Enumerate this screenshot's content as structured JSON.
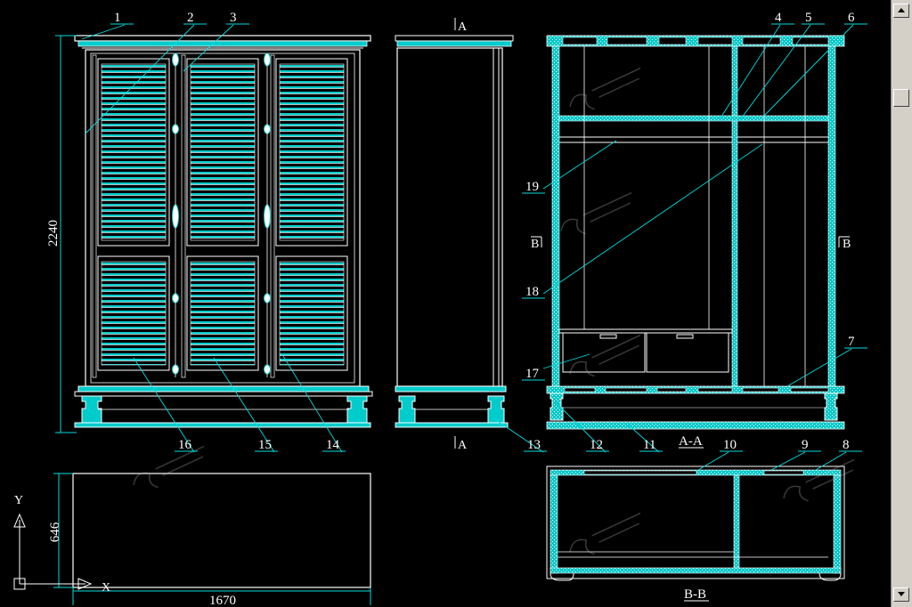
{
  "drawing": {
    "callouts": [
      "1",
      "2",
      "3",
      "4",
      "5",
      "6",
      "7",
      "8",
      "9",
      "10",
      "11",
      "12",
      "13",
      "14",
      "15",
      "16",
      "17",
      "18",
      "19"
    ],
    "dimensions": {
      "height": "2240",
      "depth": "646",
      "width": "1670"
    },
    "section_marks": {
      "a": "A",
      "b": "B"
    },
    "section_titles": {
      "aa": "A-A",
      "bb": "B-B"
    },
    "axis": {
      "y": "Y",
      "x": "X"
    },
    "watermark_icon": "watermark-logo-icon",
    "colors": {
      "background": "#000000",
      "line": "#ffffff",
      "accent": "#00d4d4",
      "hatch": "#7fe8e8"
    }
  },
  "scrollbar": {
    "up_icon": "arrow-up-icon",
    "down_icon": "arrow-down-icon"
  }
}
